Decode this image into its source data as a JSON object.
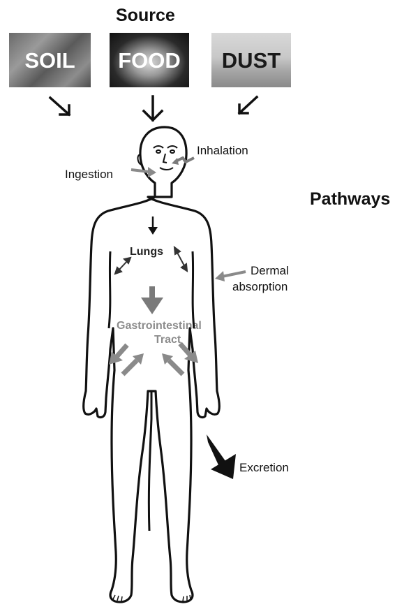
{
  "header": {
    "title": "Source"
  },
  "sources": [
    {
      "label": "SOIL",
      "icon": "soil-photo",
      "text_color": "#ffffff"
    },
    {
      "label": "FOOD",
      "icon": "food-photo",
      "text_color": "#ffffff"
    },
    {
      "label": "DUST",
      "icon": "dust-photo",
      "text_color": "#1a1a1a"
    }
  ],
  "pathways": {
    "title": "Pathways",
    "inhalation": "Inhalation",
    "ingestion": "Ingestion",
    "dermal_line1": "Dermal",
    "dermal_line2": "absorption",
    "excretion": "Excretion"
  },
  "organs": {
    "lungs": "Lungs",
    "gi_line1": "Gastrointestinal",
    "gi_line2": "Tract"
  },
  "colors": {
    "dark": "#111111",
    "gray_arrow": "#8a8a8a",
    "gi_text": "#8c8c8c"
  }
}
